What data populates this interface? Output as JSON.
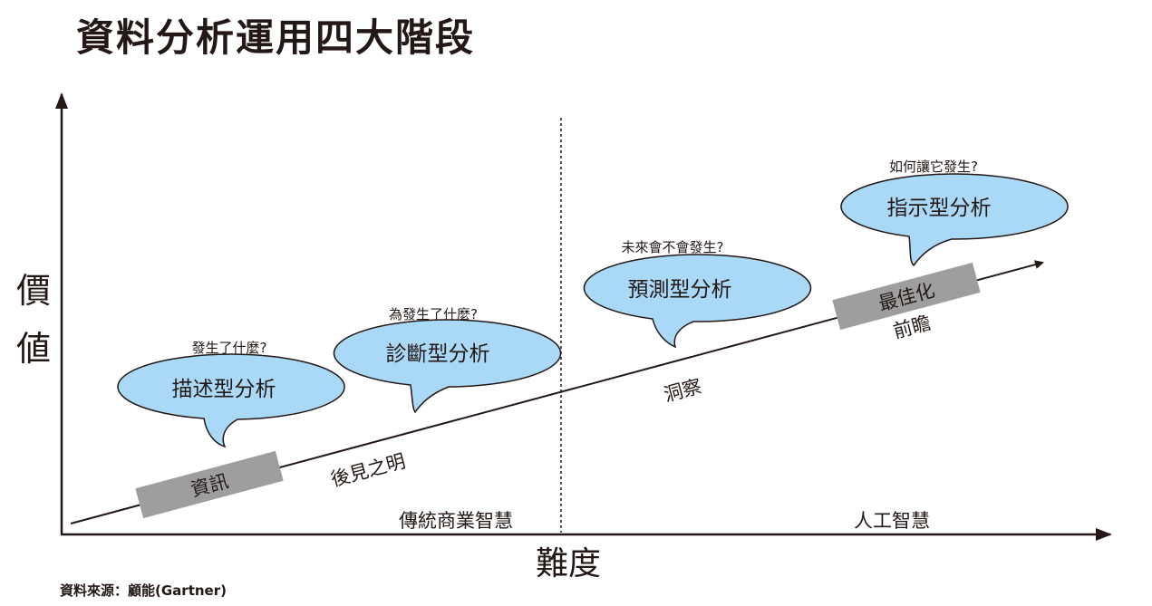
{
  "title": "資料分析運用四大階段",
  "y_axis_label": [
    "價",
    "値"
  ],
  "x_axis_label": "難度",
  "regions": {
    "left": "傳統商業智慧",
    "right": "人工智慧"
  },
  "stages": [
    {
      "question": "發生了什麼?",
      "name": "描述型分析"
    },
    {
      "question": "為發生了什麼?",
      "name": "診斷型分析"
    },
    {
      "question": "未來會不會發生?",
      "name": "預測型分析"
    },
    {
      "question": "如何讓它發生?",
      "name": "指示型分析"
    }
  ],
  "line_labels": {
    "box_start": "資訊",
    "box_end": "最佳化",
    "hindsight": "後見之明",
    "insight": "洞察",
    "foresight": "前瞻"
  },
  "source": "資料來源：顧能(Gartner)",
  "colors": {
    "bubble": "#a9d9f6",
    "box": "#9e9e9f",
    "ink": "#231815"
  }
}
